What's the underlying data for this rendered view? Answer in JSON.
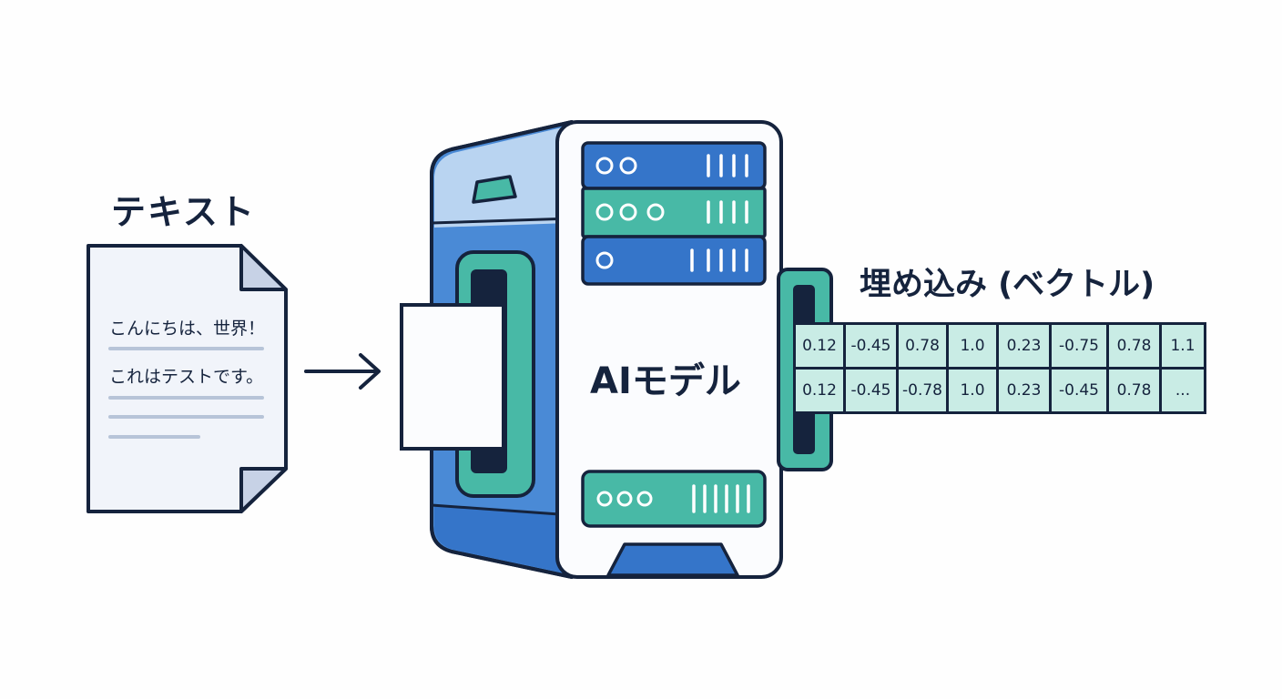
{
  "labels": {
    "text": "テキスト",
    "model": "AIモデル",
    "embedding": "埋め込み (ベクトル)"
  },
  "document": {
    "lines": [
      "こんにちは、世界！",
      "これはテストです。"
    ]
  },
  "vector": {
    "rows": [
      [
        "0.12",
        "-0.45",
        "0.78",
        "1.0",
        "0.23",
        "-0.75",
        "0.78",
        "1.1"
      ],
      [
        "0.12",
        "-0.45",
        "-0.78",
        "1.0",
        "0.23",
        "-0.45",
        "0.78",
        "..."
      ]
    ]
  },
  "icons": [
    "document-icon",
    "arrow-right-icon",
    "server-icon"
  ],
  "colors": {
    "ink": "#15233d",
    "blue": "#4a8ad6",
    "blue_dark": "#3575c9",
    "teal": "#48b9a6",
    "teal_light": "#c9ece5",
    "paper": "#f1f4fa"
  }
}
